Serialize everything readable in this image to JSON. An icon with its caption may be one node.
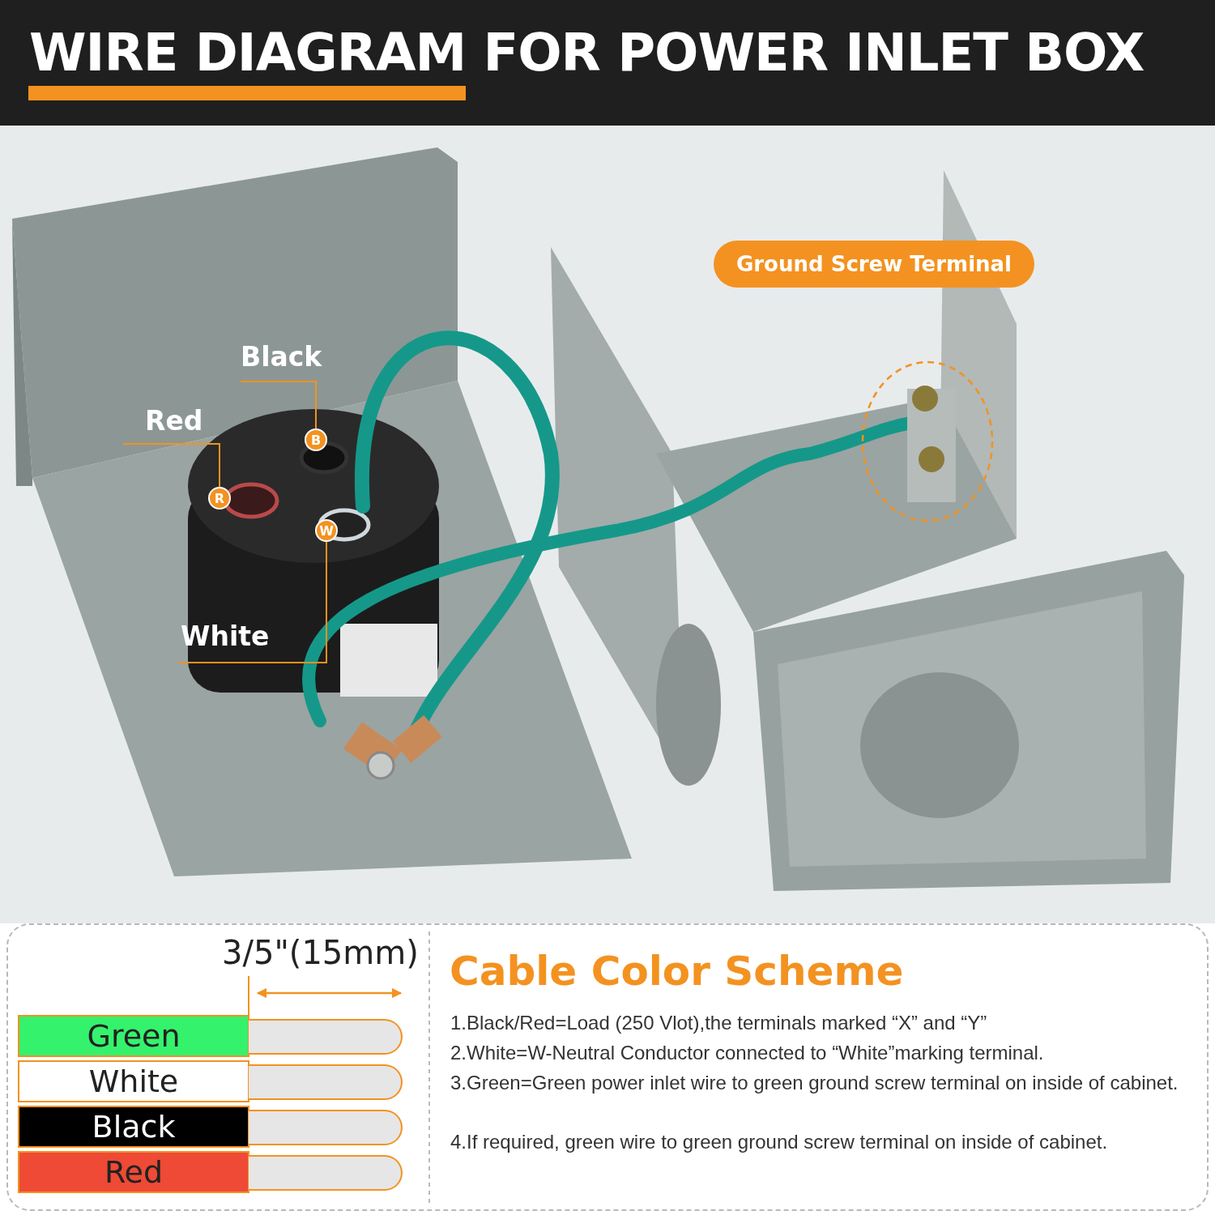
{
  "diagram": {
    "title": "WIRE DIAGRAM FOR POWER INLET BOX",
    "nodes": [
      {
        "text": [
          "Black"
        ]
      },
      {
        "text": [
          "B"
        ]
      },
      {
        "text": [
          "Red"
        ]
      },
      {
        "text": [
          "R"
        ]
      },
      {
        "text": [
          "White"
        ]
      },
      {
        "text": [
          "W"
        ]
      },
      {
        "text": [
          "Ground Screw Terminal"
        ]
      }
    ],
    "edges": [
      {
        "from": 0,
        "to": 1,
        "arrow": "none"
      },
      {
        "from": 2,
        "to": 3,
        "arrow": "none"
      },
      {
        "from": 4,
        "to": 5,
        "arrow": "none"
      }
    ],
    "labels": [
      "3/5\"(15mm)",
      "Cable Color Scheme",
      "1.Black/Red=Load (250 Vlot),the terminals marked “X” and “Y”",
      "2.White=W-Neutral Conductor connected to “White”marking terminal.",
      "3.Green=Green power inlet wire to green ground screw terminal on inside of cabinet.",
      "4.If required, green wire to green ground screw terminal on inside of cabinet."
    ],
    "legend": [
      {
        "text": "Green",
        "color": "#35f26d"
      },
      {
        "text": "White",
        "color": "#ffffff"
      },
      {
        "text": "Black",
        "color": "#000000"
      },
      {
        "text": "Red",
        "color": "#ee4a35"
      }
    ]
  }
}
